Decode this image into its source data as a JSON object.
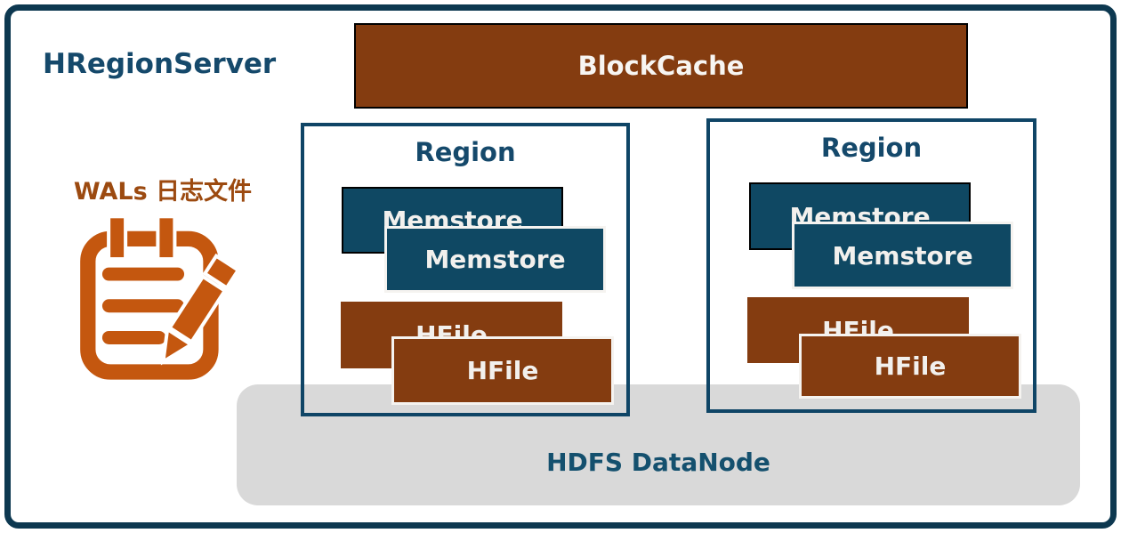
{
  "frame": {
    "title": "HRegionServer"
  },
  "block_cache": {
    "label": "BlockCache"
  },
  "wal": {
    "label": "WALs 日志文件",
    "icon": "clipboard-pencil"
  },
  "regions": [
    {
      "title": "Region",
      "memstores": [
        "Memstore",
        "Memstore"
      ],
      "hfiles": [
        "HFile",
        "HFile"
      ]
    },
    {
      "title": "Region",
      "memstores": [
        "Memstore",
        "Memstore"
      ],
      "hfiles": [
        "HFile",
        "HFile"
      ]
    }
  ],
  "hdfs": {
    "label": "HDFS DataNode"
  },
  "colors": {
    "frame_navy": "#0d3850",
    "title_navy": "#15496b",
    "box_blue": "#0f4863",
    "box_brown": "#843c10",
    "icon_orange": "#c4570f",
    "wal_text": "#9c4a10",
    "hdfs_gray": "#d9d9d9"
  }
}
